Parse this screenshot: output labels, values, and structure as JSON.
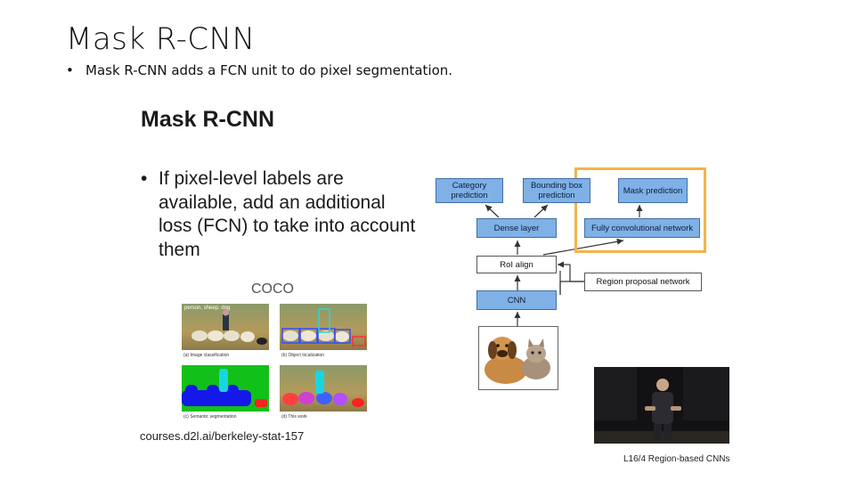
{
  "slide": {
    "title": "Mask R-CNN",
    "bullet_symbol": "•",
    "bullet": "Mask R-CNN adds a FCN unit to do pixel segmentation."
  },
  "embedded_slide": {
    "title": "Mask R-CNN",
    "bullet_symbol": "•",
    "bullet": "If pixel-level labels are available, add an additional loss (FCN) to take into account them",
    "coco_label": "COCO",
    "url": "courses.d2l.ai/berkeley-stat-157",
    "video_caption": "L16/4 Region-based CNNs",
    "coco_panels": {
      "overlay_label": "person, sheep, dog",
      "a": "(a) Image classification",
      "b": "(b) Object localization",
      "c": "(c) Semantic segmentation",
      "d": "(d) This work"
    }
  },
  "diagram": {
    "category_prediction": "Category prediction",
    "bounding_box_prediction": "Bounding box prediction",
    "mask_prediction": "Mask prediction",
    "dense_layer": "Dense layer",
    "fcn": "Fully convolutional network",
    "roi_align": "RoI align",
    "region_proposal_network": "Region proposal network",
    "cnn": "CNN",
    "highlight_color": "#f3b34a",
    "box_color": "#7fb0e6"
  }
}
